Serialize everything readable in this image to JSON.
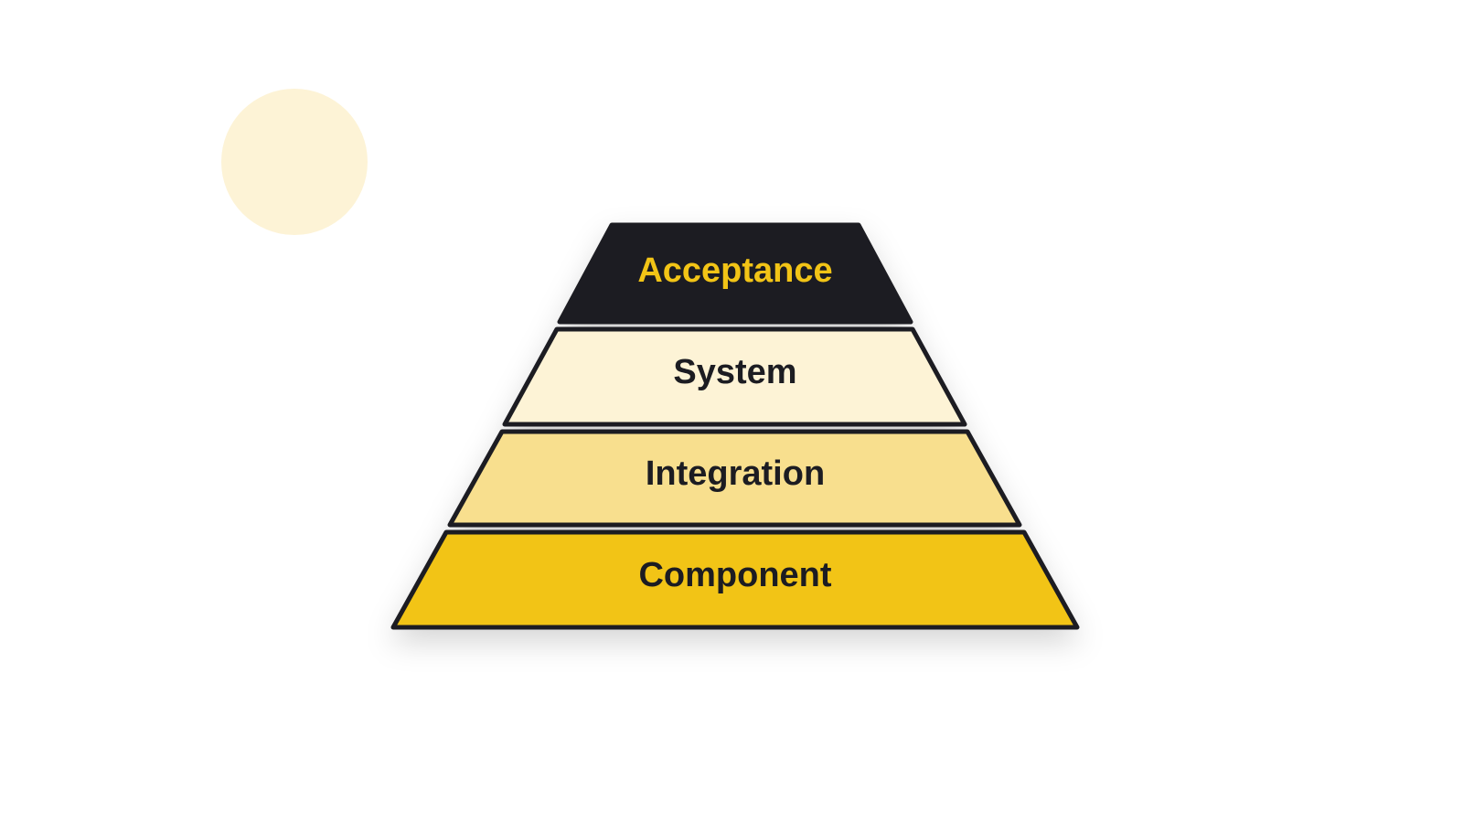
{
  "colors": {
    "background": "#ffffff",
    "outline": "#1f1f22",
    "decorative_circle": "#fdf3d6"
  },
  "pyramid": {
    "levels": [
      {
        "label": "Acceptance",
        "fill": "#1f1f22",
        "text_color": "#f2c419"
      },
      {
        "label": "System",
        "fill": "#fdf3d6",
        "text_color": "#1f1f22"
      },
      {
        "label": "Integration",
        "fill": "#f8df8e",
        "text_color": "#1f1f22"
      },
      {
        "label": "Component",
        "fill": "#f2c419",
        "text_color": "#1f1f22"
      }
    ]
  }
}
